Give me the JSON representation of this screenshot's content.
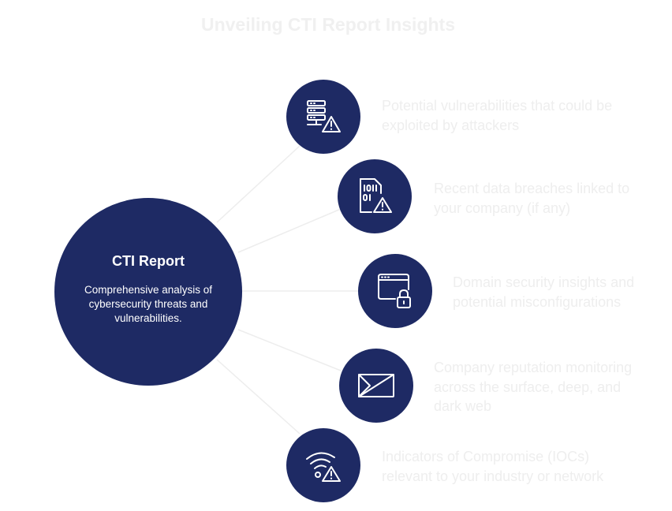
{
  "title": "Unveiling CTI Report Insights",
  "hub": {
    "title": "CTI Report",
    "description": "Comprehensive analysis of cybersecurity threats and vulnerabilities."
  },
  "items": [
    {
      "icon": "server-warning-icon",
      "text": "Potential vulnerabilities that could be exploited by attackers"
    },
    {
      "icon": "binary-file-warning-icon",
      "text": "Recent data breaches linked to your company (if any)"
    },
    {
      "icon": "browser-lock-icon",
      "text": "Domain security insights and potential misconfigurations"
    },
    {
      "icon": "envelope-icon",
      "text": "Company reputation monitoring across the surface, deep, and dark web"
    },
    {
      "icon": "wifi-warning-icon",
      "text": "Indicators of Compromise (IOCs) relevant to your industry or network"
    }
  ],
  "colors": {
    "node": "#1e2a64",
    "faint_text": "#eeeeee",
    "connector": "#ededed"
  }
}
